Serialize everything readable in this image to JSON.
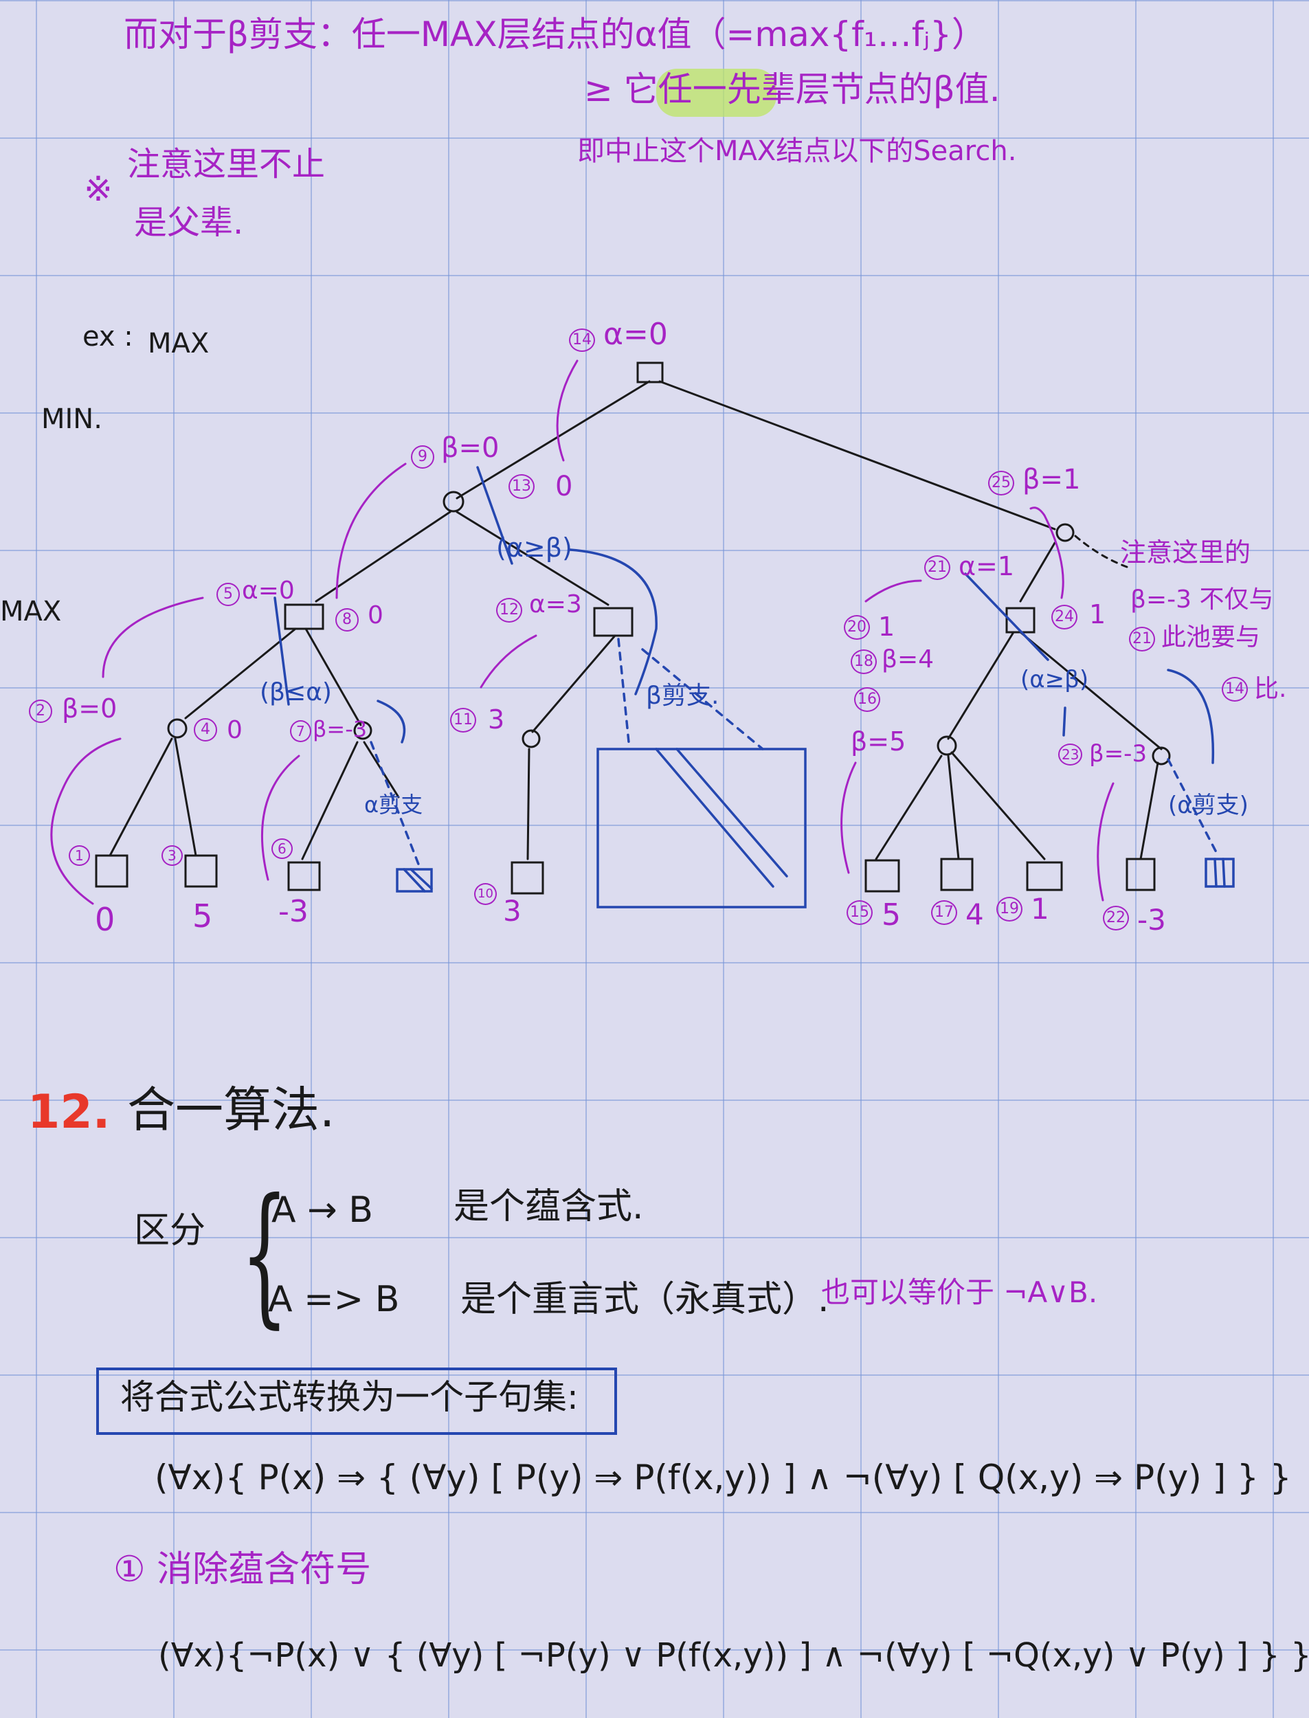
{
  "header": {
    "line1": "而对于β剪支：任一MAX层结点的α值（=max{f₁…fⱼ}）",
    "line2": "≥ 它任一先辈层节点的β值.",
    "line3": "即中止这个MAX结点以下的Search.",
    "note_mark": "※",
    "note": "注意这里不止",
    "note2": "是父辈."
  },
  "levels": {
    "max_top": "MAX",
    "ex": "ex :",
    "min": "MIN.",
    "max": "MAX"
  },
  "tree": {
    "root_label": "α=0",
    "root_step": "14",
    "b_left_label": "β=0",
    "b_left_step": "9",
    "b_left_ret": "0",
    "b_left_ret_step": "13",
    "cut_ab": "(α≥β)",
    "a_left_label": "α=0",
    "a_left_step": "5",
    "a_left_ret": "0",
    "a_left_ret_step": "8",
    "beta_alpha": "(β≤α)",
    "a_mid_label": "α=3",
    "a_mid_step": "12",
    "beta_cut": "β剪支.",
    "b_ll_label": "β=0",
    "b_ll_step": "2",
    "b_ll_ret": "0",
    "b_ll_ret_step": "4",
    "b_lr_label": "β=-3",
    "b_lr_step": "7",
    "alpha_cut": "α剪支",
    "b_ml_ret": "3",
    "b_ml_ret_step": "11",
    "leaf_1_step": "1",
    "leaf_1": "0",
    "leaf_2_step": "3",
    "leaf_2": "5",
    "leaf_3_step": "6",
    "leaf_3": "-3",
    "leaf_4_step": "10",
    "leaf_4": "3",
    "b_right_label": "β=1",
    "b_right_step": "25",
    "note_right_1": "注意这里的",
    "note_right_2": "β=-3 不仅与",
    "note_right_3": "此池要与",
    "note_right_step": "21",
    "note_right_4": "比.",
    "note_right_step2": "14",
    "a_right_label": "α=1",
    "a_right_step": "21",
    "a_right_ret": "1",
    "a_right_ret_step": "24",
    "s20": "1",
    "s20_step": "20",
    "s18": "β=4",
    "s18_step": "18",
    "s16_step": "16",
    "s16": "β=5",
    "cut_ab2": "(α≥β)",
    "b_rr_label": "β=-3",
    "b_rr_step": "23",
    "alpha_cut2": "(α剪支)",
    "leaf_5_step": "15",
    "leaf_5": "5",
    "leaf_6_step": "17",
    "leaf_6": "4",
    "leaf_7_step": "19",
    "leaf_7": "1",
    "leaf_8_step": "22",
    "leaf_8": "-3"
  },
  "section": {
    "number": "12.",
    "title": "合一算法.",
    "distinguish": "区分",
    "row1_formula": "A → B",
    "row1_desc": "是个蕴含式.",
    "row2_formula": "A => B",
    "row2_desc": "是个重言式（永真式）.",
    "row2_note": "也可以等价于 ¬A∨B.",
    "boxed_title": "将合式公式转换为一个子句集:",
    "formula1": "(∀x){ P(x) ⇒ { (∀y) [ P(y) ⇒ P(f(x,y)) ] ∧ ¬(∀y) [ Q(x,y) ⇒ P(y) ] } }",
    "step1": "① 消除蕴含符号",
    "formula2": "(∀x){¬P(x) ∨ { (∀y) [ ¬P(y) ∨ P(f(x,y)) ] ∧ ¬(∀y) [ ¬Q(x,y) ∨ P(y) ] } }"
  },
  "colors": {
    "paper": "#dcdcef",
    "grid": "#7896d7",
    "ink_black": "#1a1a1a",
    "ink_purple": "#a623c4",
    "ink_blue": "#2547b0",
    "ink_red": "#e8382a"
  }
}
